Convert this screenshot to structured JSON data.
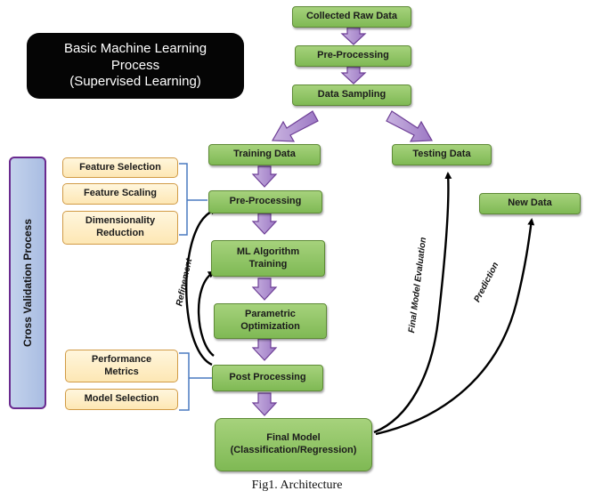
{
  "title": {
    "line1": "Basic Machine Learning",
    "line2": "Process",
    "line3": "(Supervised Learning)"
  },
  "flow": {
    "collected_raw_data": "Collected Raw Data",
    "pre_processing_top": "Pre-Processing",
    "data_sampling": "Data Sampling",
    "training_data": "Training Data",
    "testing_data": "Testing Data",
    "new_data": "New Data",
    "pre_processing": "Pre-Processing",
    "ml_algorithm_line1": "ML Algorithm",
    "ml_algorithm_line2": "Training",
    "parametric_line1": "Parametric",
    "parametric_line2": "Optimization",
    "post_processing": "Post Processing",
    "final_model_line1": "Final Model",
    "final_model_line2": "(Classification/Regression)"
  },
  "side": {
    "feature_selection": "Feature Selection",
    "feature_scaling": "Feature Scaling",
    "dimensionality_line1": "Dimensionality",
    "dimensionality_line2": "Reduction",
    "performance_line1": "Performance",
    "performance_line2": "Metrics",
    "model_selection": "Model Selection"
  },
  "labels": {
    "cross_validation": "Cross Validation Process",
    "refinement": "Refinement",
    "final_model_evaluation": "Final Model Evaluation",
    "prediction": "Prediction"
  },
  "caption": "Fig1.   Architecture",
  "colors": {
    "box_green": "#8cc461",
    "box_orange_border": "#d19b46",
    "arrow_purple": "#7b4ea3",
    "cv_blue": "#b4c6e7",
    "bracket_blue": "#4a7ac0"
  }
}
